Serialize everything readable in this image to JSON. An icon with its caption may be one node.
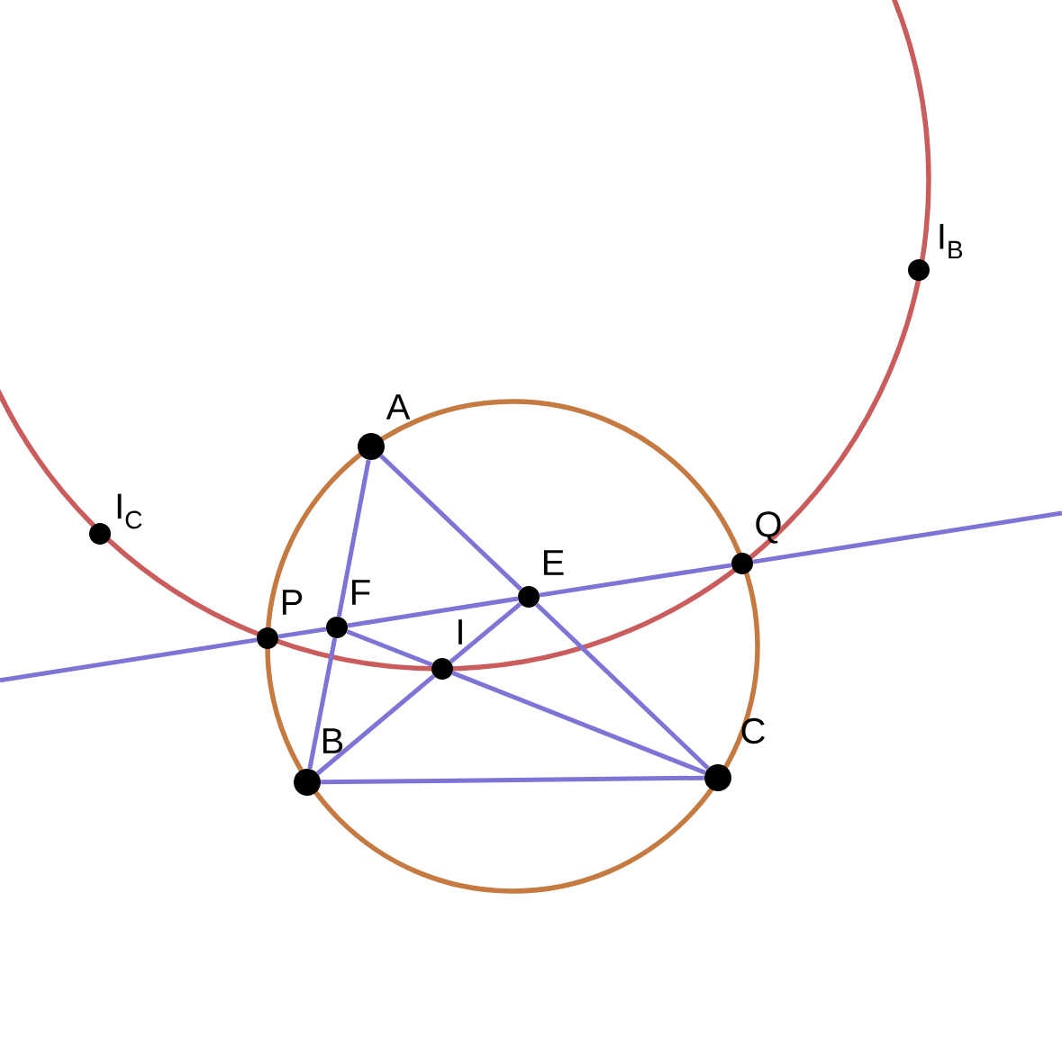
{
  "diagram": {
    "nodes": [
      {
        "text": [
          "I$_{B}$"
        ]
      },
      {
        "text": [
          "A"
        ]
      },
      {
        "text": [
          "I$_{C}$"
        ]
      },
      {
        "text": [
          "Q"
        ]
      },
      {
        "text": [
          "E"
        ]
      },
      {
        "text": [
          "F"
        ]
      },
      {
        "text": [
          "P"
        ]
      },
      {
        "text": [
          "I"
        ]
      },
      {
        "text": [
          "C"
        ]
      },
      {
        "text": [
          "B"
        ]
      }
    ],
    "edges": [
      {
        "from": 1,
        "to": 5,
        "arrow": "none"
      },
      {
        "from": 5,
        "to": 9,
        "arrow": "none"
      },
      {
        "from": 1,
        "to": 4,
        "arrow": "none"
      },
      {
        "from": 4,
        "to": 8,
        "arrow": "none"
      },
      {
        "from": 9,
        "to": 8,
        "arrow": "none"
      },
      {
        "from": 9,
        "to": 7,
        "arrow": "none"
      },
      {
        "from": 7,
        "to": 4,
        "arrow": "none"
      },
      {
        "from": 8,
        "to": 7,
        "arrow": "none"
      },
      {
        "from": 7,
        "to": 5,
        "arrow": "none"
      },
      {
        "from": null,
        "to": 6,
        "arrow": "none"
      },
      {
        "from": 6,
        "to": 5,
        "arrow": "none"
      },
      {
        "from": 5,
        "to": 4,
        "arrow": "none"
      },
      {
        "from": 4,
        "to": 3,
        "arrow": "none"
      },
      {
        "from": 3,
        "to": null,
        "arrow": "none"
      }
    ]
  }
}
